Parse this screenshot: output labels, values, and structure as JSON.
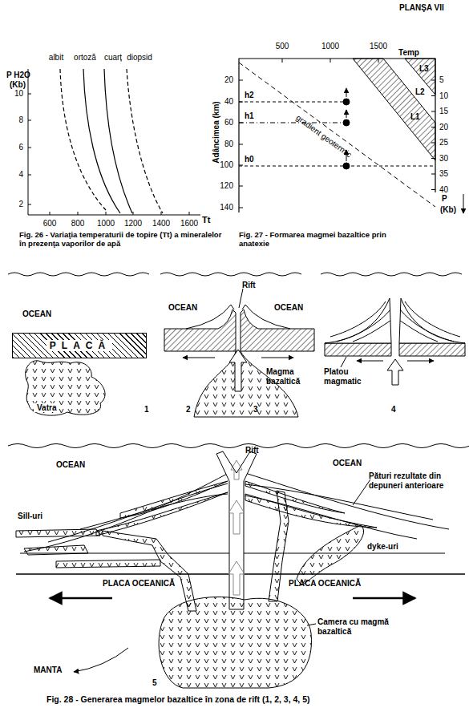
{
  "diagram": {
    "title": "PLANŞA VII",
    "nodes": [
      {
        "text": [
          "PLACĂ"
        ]
      },
      {
        "text": [
          "Vatra"
        ]
      }
    ],
    "labels": [
      "P H2O",
      "(Kb)",
      "albit",
      "ortoză",
      "cuarț",
      "diopsid",
      "10",
      "8",
      "6",
      "4",
      "2",
      "600",
      "800",
      "1000",
      "1200",
      "1400",
      "1600",
      "Tt",
      "Fig. 26 - Variaţia temperaturii de topire (Tt) a mineralelor în prezenţa vaporilor de apă",
      "500",
      "1000",
      "1500",
      "Temp",
      "20",
      "40",
      "60",
      "80",
      "100",
      "120",
      "140",
      "Adâncimea (km)",
      "5",
      "10",
      "15",
      "20",
      "25",
      "30",
      "35",
      "40",
      "P",
      "(Kb)",
      "L3",
      "L2",
      "L1",
      "h2",
      "h1",
      "h0",
      "gradient geotermic",
      "Fig. 27 - Formarea magmei bazaltice prin anatexie",
      "OCEAN",
      "1",
      "OCEAN",
      "Rift",
      "OCEAN",
      "Magma bazaltică",
      "2",
      "3",
      "Platou magmatic",
      "4",
      "OCEAN",
      "Rift",
      "OCEAN",
      "Pături rezultate din depuneri anterioare",
      "Sill-uri",
      "dyke-uri",
      "PLACA OCEANICĂ",
      "PLACA OCEANICĂ",
      "Camera cu magmă bazaltică",
      "MANTA",
      "5",
      "Fig. 28 - Generarea magmelor bazaltice în zona de rift (1, 2, 3, 4, 5)"
    ]
  }
}
